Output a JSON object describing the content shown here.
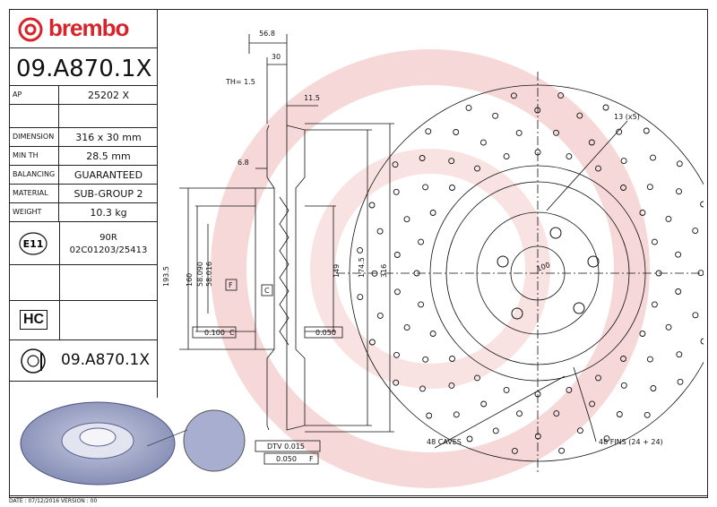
{
  "brand": {
    "name": "brembo",
    "color": "#d8232a"
  },
  "part_code": "09.A870.1X",
  "specs": [
    {
      "key": "AP",
      "value": "25202 X"
    },
    {
      "key": "",
      "value": ""
    },
    {
      "key": "DIMENSION",
      "value": "316 x 30 mm"
    },
    {
      "key": "MIN TH",
      "value": "28.5 mm"
    },
    {
      "key": "BALANCING",
      "value": "GUARANTEED"
    },
    {
      "key": "MATERIAL",
      "value": "SUB-GROUP 2"
    },
    {
      "key": "WEIGHT",
      "value": "10.3 kg"
    }
  ],
  "ece": {
    "mark": "E11",
    "line1": "90R",
    "line2": "02C01203/25413"
  },
  "hc_mark": "HC",
  "bottom_code": "09.A870.1X",
  "footer": "DATE : 07/12/2016 VERSION : 00",
  "dims": {
    "d568": "56.8",
    "d30": "30",
    "th": "TH= 1.5",
    "d115": "11.5",
    "d68": "6.8",
    "d1935": "193.5",
    "d160": "160",
    "d58090": "58.090",
    "d58016": "58.016",
    "d149": "149",
    "d1745": "174.5",
    "d316": "316",
    "datum_f": "F",
    "datum_c": "C",
    "tol1": "0.100",
    "tol1_ref": "C",
    "tol2": "0.050",
    "dtv": "DTV 0.015",
    "runout": "0.050",
    "runout_ref": "F",
    "holes": "13 (x5)",
    "pcd": "100",
    "caves": "48 CAVES",
    "fins": "48 FINS (24 + 24)"
  }
}
